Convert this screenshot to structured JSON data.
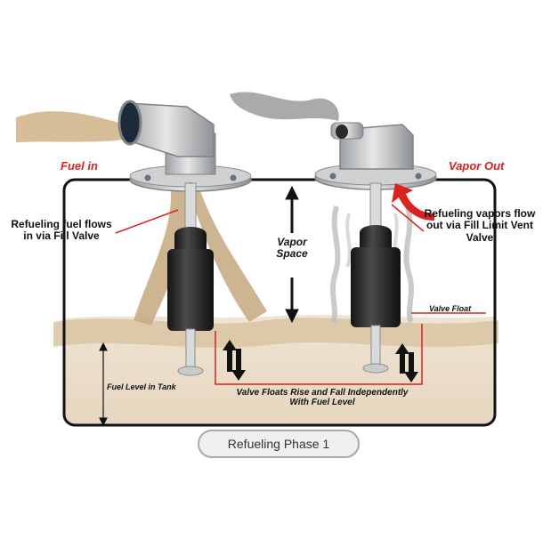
{
  "labels": {
    "fuel_in": "Fuel in",
    "vapor_out": "Vapor Out",
    "refueling_fuel_flows": "Refueling fuel flows in via Fill Valve",
    "vapor_space": "Vapor Space",
    "refueling_vapors": "Refueling vapors flow out via Fill Limit Vent Valve",
    "valve_float": "Valve Float",
    "fuel_level_in_tank": "Fuel Level in Tank",
    "valve_floats_rise_fall": "Valve Floats Rise and Fall Independently With Fuel Level"
  },
  "phase_label": "Refueling Phase 1",
  "colors": {
    "label_red": "#d8231e",
    "tank_outline": "#111111",
    "fuel": "#e9dcc8",
    "fuel_spray": "#c8ad85",
    "valve_metal": "#b9bbbd",
    "float_body": "#2a2a2a"
  }
}
